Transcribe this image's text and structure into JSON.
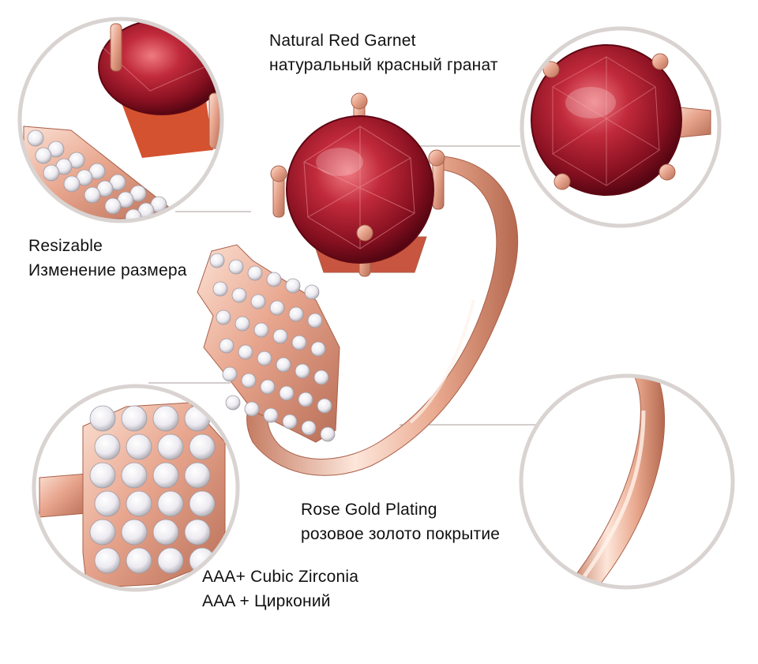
{
  "colors": {
    "background": "#ffffff",
    "circle_ring": "#d9d3d1",
    "leader_line": "#b9b0ad",
    "garnet_dark": "#5e0712",
    "garnet": "#a3172a",
    "garnet_light": "#e0606a",
    "rose_gold": "#e8a58d",
    "rose_gold_dark": "#b86e57",
    "rose_gold_light": "#fbe0d3",
    "zirconia": "#f4f4f6",
    "zirconia_shadow": "#b9b7bd"
  },
  "labels": {
    "garnet": {
      "en": "Natural Red Garnet",
      "ru": "натуральный красный гранат"
    },
    "resizable": {
      "en": "Resizable",
      "ru": "Изменение размера"
    },
    "plating": {
      "en": "Rose Gold Plating",
      "ru": "розовое золото покрытие"
    },
    "zirconia": {
      "en": "AAA+ Cubic Zirconia",
      "ru": "AAA + Цирконий"
    }
  },
  "detail_views": [
    {
      "subject": "garnet stone prongs and pave band"
    },
    {
      "subject": "round red garnet in four prongs"
    },
    {
      "subject": "cubic zirconia pave panel"
    },
    {
      "subject": "polished rose gold band"
    }
  ]
}
